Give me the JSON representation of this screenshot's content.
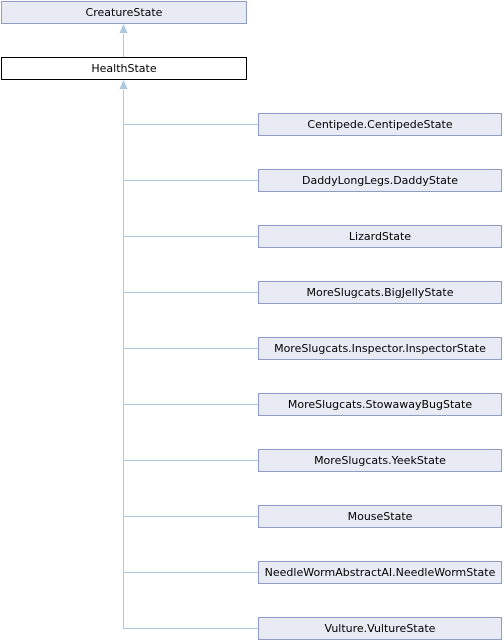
{
  "diagram": {
    "base_class": {
      "label": "CreatureState"
    },
    "current_class": {
      "label": "HealthState"
    },
    "derived_classes": [
      {
        "label": "Centipede.CentipedeState"
      },
      {
        "label": "DaddyLongLegs.DaddyState"
      },
      {
        "label": "LizardState"
      },
      {
        "label": "MoreSlugcats.BigJellyState"
      },
      {
        "label": "MoreSlugcats.Inspector.InspectorState"
      },
      {
        "label": "MoreSlugcats.StowawayBugState"
      },
      {
        "label": "MoreSlugcats.YeekState"
      },
      {
        "label": "MouseState"
      },
      {
        "label": "NeedleWormAbstractAI.NeedleWormState"
      },
      {
        "label": "Vulture.VultureState"
      }
    ],
    "colors": {
      "edge": "#a9c7de",
      "node_border": "#8f9dc4",
      "node_fill": "#e8ebf4",
      "current_border": "#000000",
      "current_fill": "#ffffff"
    }
  }
}
